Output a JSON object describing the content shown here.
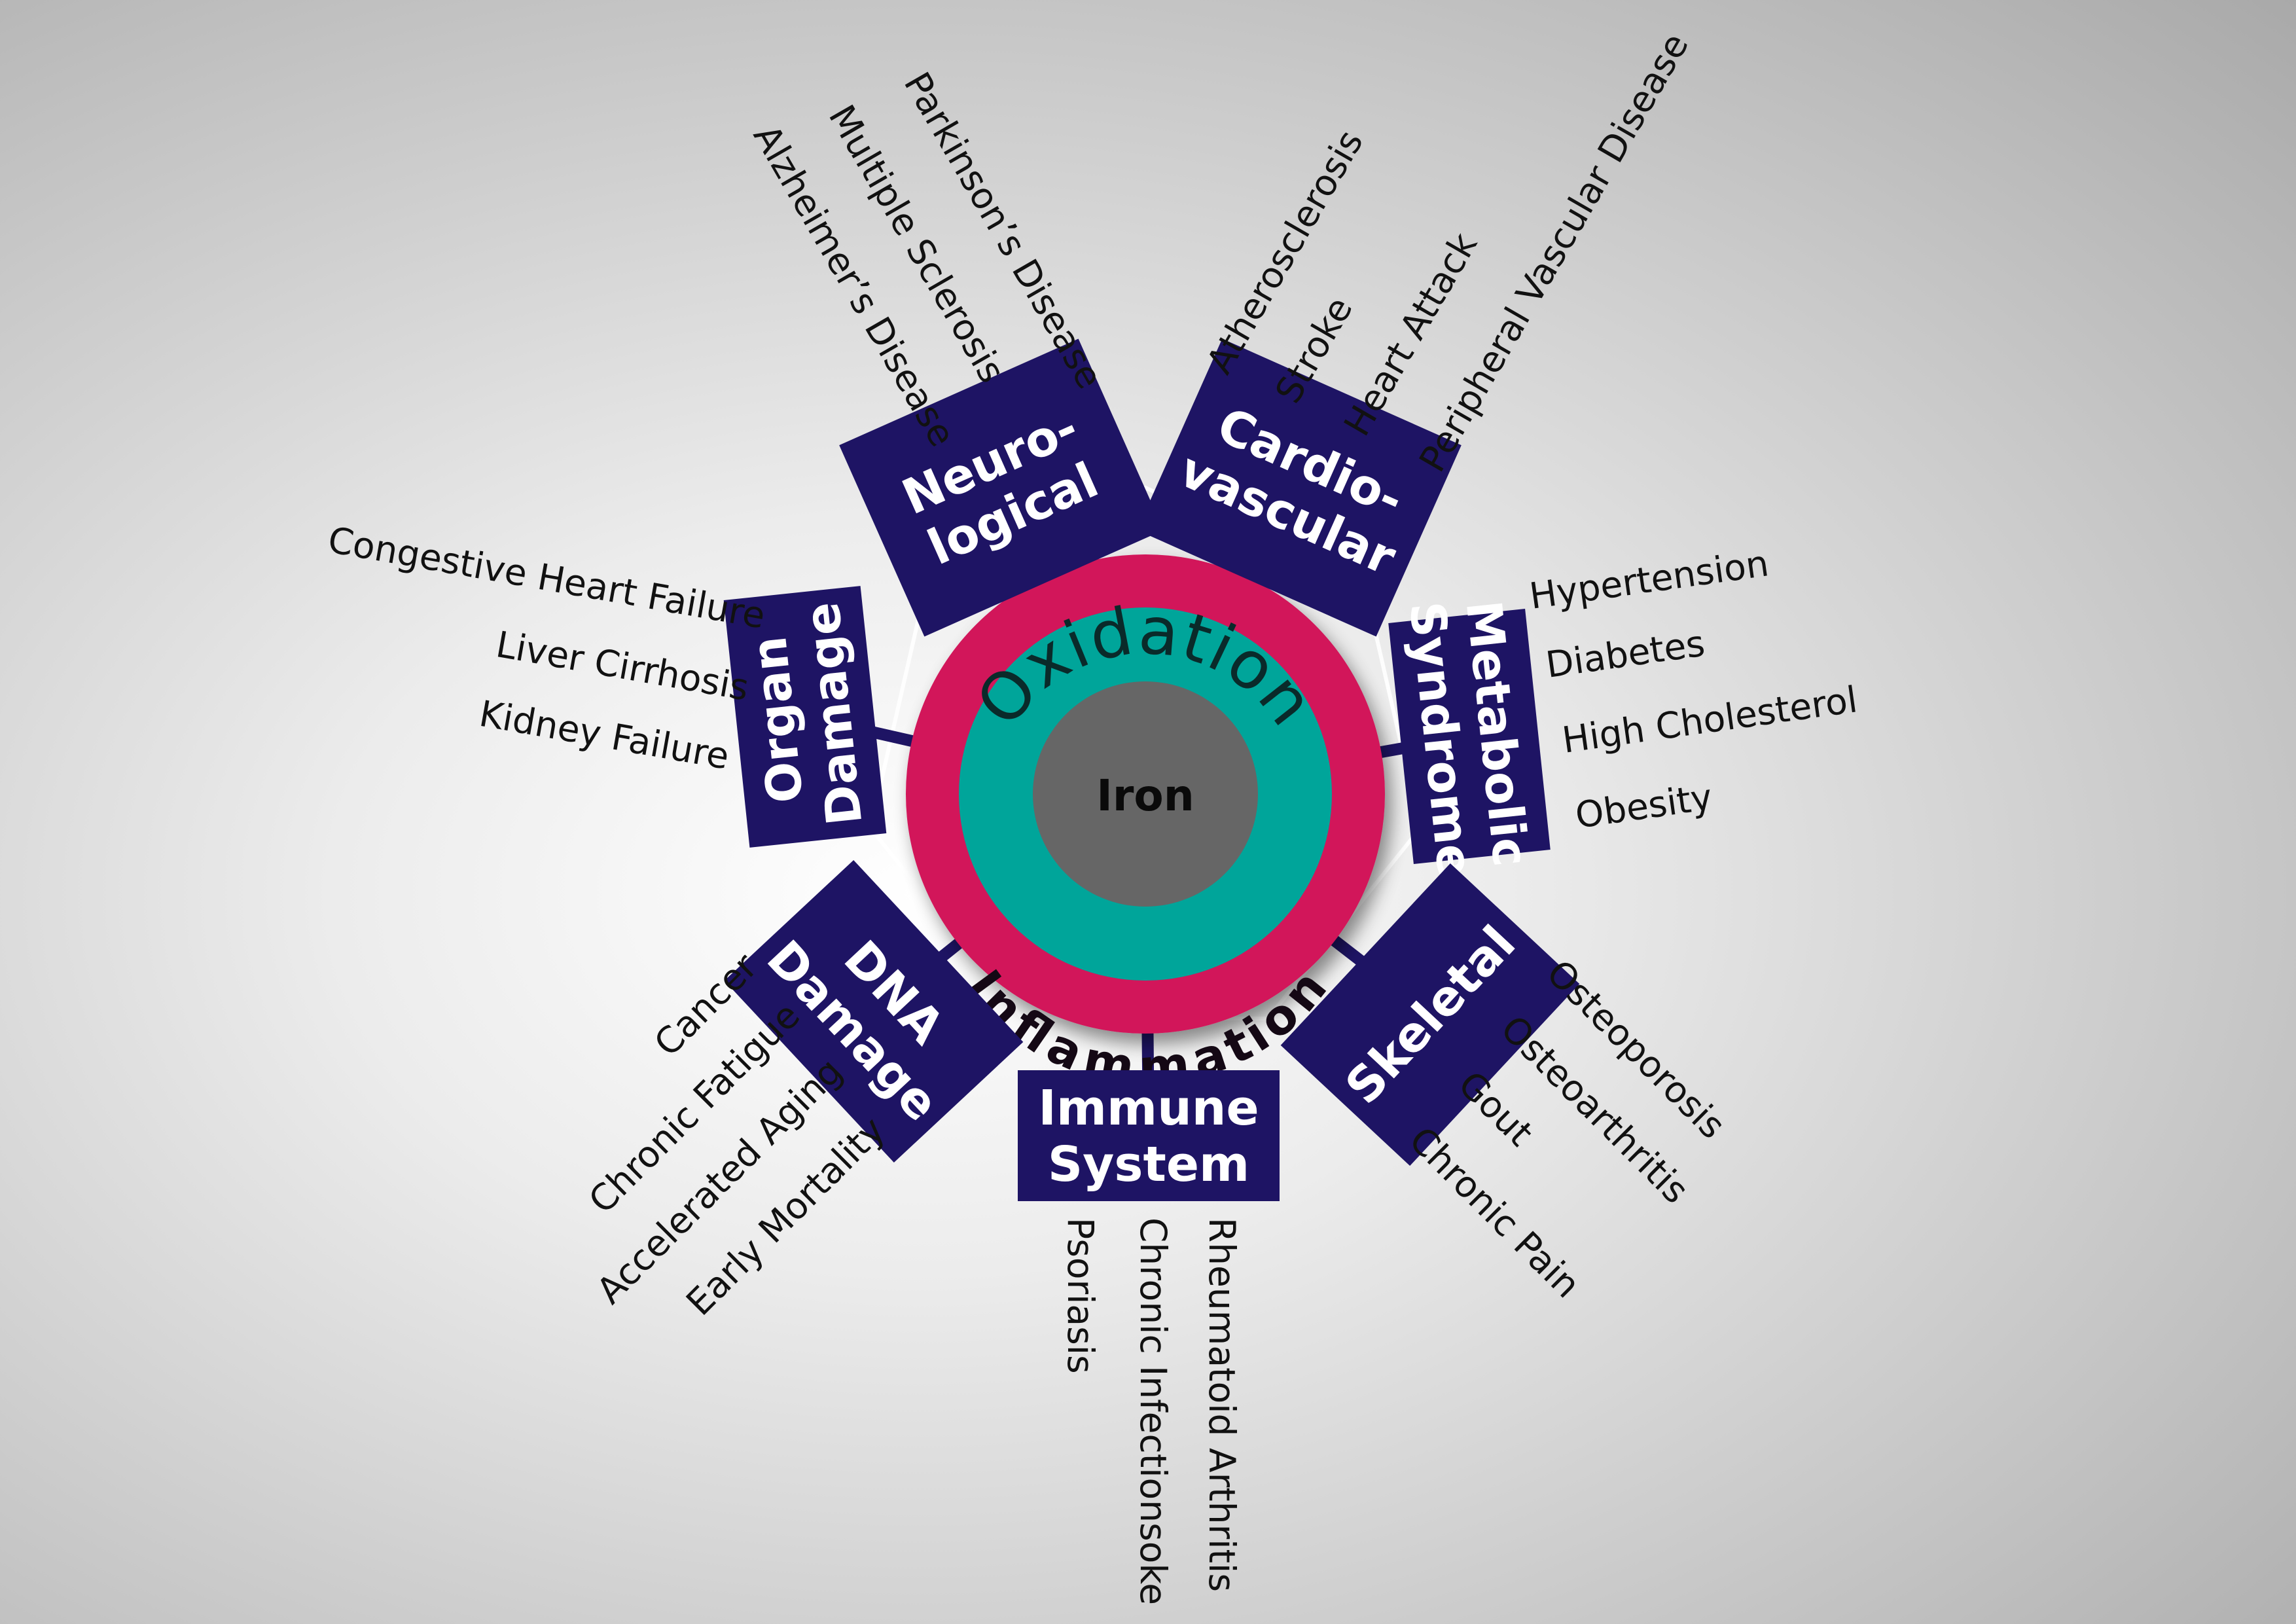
{
  "center": {
    "core_label": "Iron",
    "arc_top": "Oxidation",
    "arc_bottom": "Inflammation"
  },
  "colors": {
    "box": "#1e1464",
    "outer_ring": "#d2145a",
    "middle_ring": "#00a59a",
    "core": "#666666",
    "connector": "#1e1464"
  },
  "categories": [
    {
      "name": "neurological",
      "label_lines": [
        "Neuro-",
        "logical"
      ],
      "diseases": [
        "Alzheimer’s Disease",
        "Multiple Sclerosis",
        "Parkinson’s Disease"
      ]
    },
    {
      "name": "cardiovascular",
      "label_lines": [
        "Cardio-",
        "vascular"
      ],
      "diseases": [
        "Atherosclerosis",
        "Stroke",
        "Heart Attack",
        "Peripheral Vascular Disease"
      ]
    },
    {
      "name": "metabolic-syndrome",
      "label_lines": [
        "Metabolic",
        "Syndrome"
      ],
      "diseases": [
        "Hypertension",
        "Diabetes",
        "High Cholesterol",
        "Obesity"
      ]
    },
    {
      "name": "skeletal",
      "label_lines": [
        "Skeletal"
      ],
      "diseases": [
        "Osteoporosis",
        "Osteoarthritis",
        "Gout",
        "Chronic Pain"
      ]
    },
    {
      "name": "immune-system",
      "label_lines": [
        "Immune",
        "System"
      ],
      "diseases": [
        "Psoriasis",
        "Chronic Infectionsoke",
        "Rheumatoid Arthritis"
      ]
    },
    {
      "name": "dna-damage",
      "label_lines": [
        "DNA",
        "Damage"
      ],
      "diseases": [
        "Cancer",
        "Chronic Fatigue",
        "Accelerated Aging",
        "Early Mortality"
      ]
    },
    {
      "name": "organ-damage",
      "label_lines": [
        "Organ",
        "Damage"
      ],
      "diseases": [
        "Congestive Heart Failure",
        "Liver Cirrhosis",
        "Kidney Failure"
      ]
    }
  ]
}
